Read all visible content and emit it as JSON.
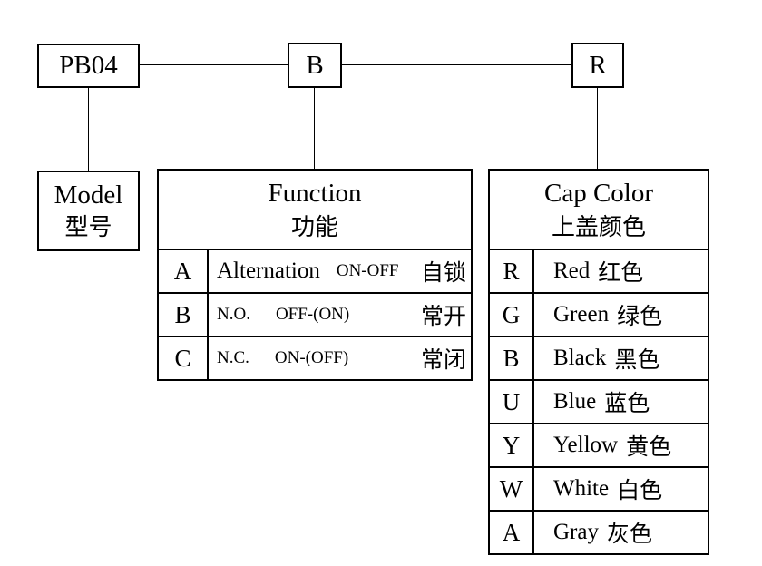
{
  "page": {
    "background": "#ffffff",
    "line_color": "#000000"
  },
  "code_boxes": {
    "model_code": "PB04",
    "function_code": "B",
    "color_code": "R"
  },
  "model_box": {
    "en": "Model",
    "zh": "型号"
  },
  "function_table": {
    "header": {
      "en": "Function",
      "zh": "功能"
    },
    "rows": [
      {
        "code": "A",
        "desc": "Alternation",
        "mode": "ON-OFF",
        "zh": "自锁"
      },
      {
        "code": "B",
        "desc": "N.O.",
        "mode": "OFF-(ON)",
        "zh": "常开"
      },
      {
        "code": "C",
        "desc": "N.C.",
        "mode": "ON-(OFF)",
        "zh": "常闭"
      }
    ]
  },
  "cap_color_table": {
    "header": {
      "en": "Cap Color",
      "zh": "上盖颜色"
    },
    "rows": [
      {
        "code": "R",
        "en": "Red",
        "zh": "红色"
      },
      {
        "code": "G",
        "en": "Green",
        "zh": "绿色"
      },
      {
        "code": "B",
        "en": "Black",
        "zh": "黑色"
      },
      {
        "code": "U",
        "en": "Blue",
        "zh": "蓝色"
      },
      {
        "code": "Y",
        "en": "Yellow",
        "zh": "黄色"
      },
      {
        "code": "W",
        "en": "White",
        "zh": "白色"
      },
      {
        "code": "A",
        "en": "Gray",
        "zh": "灰色"
      }
    ]
  }
}
